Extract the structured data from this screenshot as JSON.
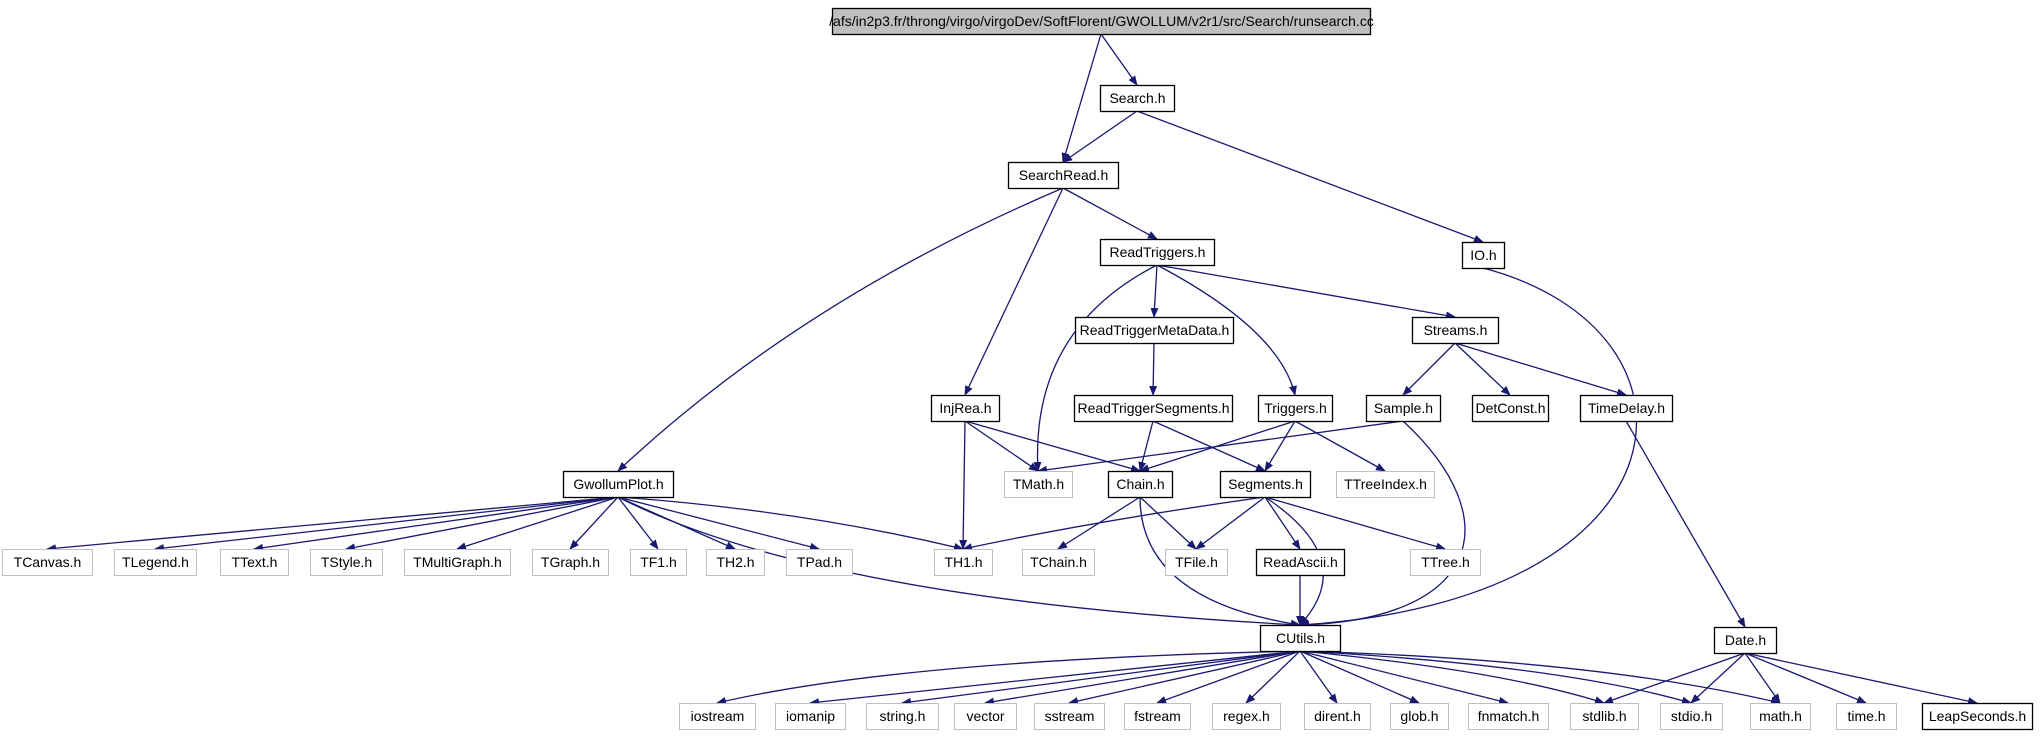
{
  "diagram": {
    "colors": {
      "edge": "#191970",
      "node_border_local": "#000000",
      "node_border_external": "#bfbfbf",
      "node_fill_root": "#bfbfbf",
      "node_fill": "#ffffff",
      "text_local": "#000000",
      "text_external": "#000000"
    },
    "nodes": [
      {
        "id": "runsearch",
        "label": "/afs/in2p3.fr/throng/virgo/virgoDev/SoftFlorent/GWOLLUM/v2r1/src/Search/runsearch.cc",
        "kind": "root"
      },
      {
        "id": "search_h",
        "label": "Search.h",
        "kind": "local"
      },
      {
        "id": "searchread_h",
        "label": "SearchRead.h",
        "kind": "local"
      },
      {
        "id": "io_h",
        "label": "IO.h",
        "kind": "local"
      },
      {
        "id": "readtriggers_h",
        "label": "ReadTriggers.h",
        "kind": "local"
      },
      {
        "id": "readtriggermetadata_h",
        "label": "ReadTriggerMetaData.h",
        "kind": "local"
      },
      {
        "id": "streams_h",
        "label": "Streams.h",
        "kind": "local"
      },
      {
        "id": "injrea_h",
        "label": "InjRea.h",
        "kind": "local"
      },
      {
        "id": "readtriggersegments_h",
        "label": "ReadTriggerSegments.h",
        "kind": "local"
      },
      {
        "id": "triggers_h",
        "label": "Triggers.h",
        "kind": "local"
      },
      {
        "id": "sample_h",
        "label": "Sample.h",
        "kind": "local"
      },
      {
        "id": "detconst_h",
        "label": "DetConst.h",
        "kind": "local"
      },
      {
        "id": "timedelay_h",
        "label": "TimeDelay.h",
        "kind": "local"
      },
      {
        "id": "gwollumplot_h",
        "label": "GwollumPlot.h",
        "kind": "local"
      },
      {
        "id": "tmath_h",
        "label": "TMath.h",
        "kind": "external"
      },
      {
        "id": "chain_h",
        "label": "Chain.h",
        "kind": "local"
      },
      {
        "id": "segments_h",
        "label": "Segments.h",
        "kind": "local"
      },
      {
        "id": "ttreeindex_h",
        "label": "TTreeIndex.h",
        "kind": "external"
      },
      {
        "id": "tcanvas_h",
        "label": "TCanvas.h",
        "kind": "external"
      },
      {
        "id": "tlegend_h",
        "label": "TLegend.h",
        "kind": "external"
      },
      {
        "id": "ttext_h",
        "label": "TText.h",
        "kind": "external"
      },
      {
        "id": "tstyle_h",
        "label": "TStyle.h",
        "kind": "external"
      },
      {
        "id": "tmultigraph_h",
        "label": "TMultiGraph.h",
        "kind": "external"
      },
      {
        "id": "tgraph_h",
        "label": "TGraph.h",
        "kind": "external"
      },
      {
        "id": "tf1_h",
        "label": "TF1.h",
        "kind": "external"
      },
      {
        "id": "th2_h",
        "label": "TH2.h",
        "kind": "external"
      },
      {
        "id": "tpad_h",
        "label": "TPad.h",
        "kind": "external"
      },
      {
        "id": "th1_h",
        "label": "TH1.h",
        "kind": "external"
      },
      {
        "id": "tchain_h",
        "label": "TChain.h",
        "kind": "external"
      },
      {
        "id": "tfile_h",
        "label": "TFile.h",
        "kind": "external"
      },
      {
        "id": "readascii_h",
        "label": "ReadAscii.h",
        "kind": "local"
      },
      {
        "id": "ttree_h",
        "label": "TTree.h",
        "kind": "external"
      },
      {
        "id": "date_h",
        "label": "Date.h",
        "kind": "local"
      },
      {
        "id": "cutils_h",
        "label": "CUtils.h",
        "kind": "local"
      },
      {
        "id": "iostream",
        "label": "iostream",
        "kind": "external"
      },
      {
        "id": "iomanip",
        "label": "iomanip",
        "kind": "external"
      },
      {
        "id": "string_h",
        "label": "string.h",
        "kind": "external"
      },
      {
        "id": "vector",
        "label": "vector",
        "kind": "external"
      },
      {
        "id": "sstream",
        "label": "sstream",
        "kind": "external"
      },
      {
        "id": "fstream",
        "label": "fstream",
        "kind": "external"
      },
      {
        "id": "regex_h",
        "label": "regex.h",
        "kind": "external"
      },
      {
        "id": "dirent_h",
        "label": "dirent.h",
        "kind": "external"
      },
      {
        "id": "glob_h",
        "label": "glob.h",
        "kind": "external"
      },
      {
        "id": "fnmatch_h",
        "label": "fnmatch.h",
        "kind": "external"
      },
      {
        "id": "stdlib_h",
        "label": "stdlib.h",
        "kind": "external"
      },
      {
        "id": "stdio_h",
        "label": "stdio.h",
        "kind": "external"
      },
      {
        "id": "math_h",
        "label": "math.h",
        "kind": "external"
      },
      {
        "id": "time_h",
        "label": "time.h",
        "kind": "external"
      },
      {
        "id": "leapseconds_h",
        "label": "LeapSeconds.h",
        "kind": "local"
      }
    ],
    "edges": [
      [
        "runsearch",
        "search_h"
      ],
      [
        "runsearch",
        "searchread_h"
      ],
      [
        "search_h",
        "searchread_h"
      ],
      [
        "search_h",
        "io_h"
      ],
      [
        "searchread_h",
        "readtriggers_h"
      ],
      [
        "searchread_h",
        "injrea_h"
      ],
      [
        "searchread_h",
        "gwollumplot_h"
      ],
      [
        "io_h",
        "cutils_h"
      ],
      [
        "readtriggers_h",
        "readtriggermetadata_h"
      ],
      [
        "readtriggers_h",
        "streams_h"
      ],
      [
        "readtriggers_h",
        "triggers_h"
      ],
      [
        "readtriggers_h",
        "tmath_h"
      ],
      [
        "readtriggermetadata_h",
        "readtriggersegments_h"
      ],
      [
        "readtriggersegments_h",
        "chain_h"
      ],
      [
        "readtriggersegments_h",
        "segments_h"
      ],
      [
        "streams_h",
        "sample_h"
      ],
      [
        "streams_h",
        "detconst_h"
      ],
      [
        "streams_h",
        "timedelay_h"
      ],
      [
        "injrea_h",
        "tmath_h"
      ],
      [
        "injrea_h",
        "chain_h"
      ],
      [
        "injrea_h",
        "th1_h"
      ],
      [
        "triggers_h",
        "chain_h"
      ],
      [
        "triggers_h",
        "segments_h"
      ],
      [
        "triggers_h",
        "ttreeindex_h"
      ],
      [
        "sample_h",
        "tmath_h"
      ],
      [
        "sample_h",
        "cutils_h"
      ],
      [
        "timedelay_h",
        "date_h"
      ],
      [
        "gwollumplot_h",
        "tcanvas_h"
      ],
      [
        "gwollumplot_h",
        "tlegend_h"
      ],
      [
        "gwollumplot_h",
        "ttext_h"
      ],
      [
        "gwollumplot_h",
        "tstyle_h"
      ],
      [
        "gwollumplot_h",
        "tmultigraph_h"
      ],
      [
        "gwollumplot_h",
        "tgraph_h"
      ],
      [
        "gwollumplot_h",
        "tf1_h"
      ],
      [
        "gwollumplot_h",
        "th2_h"
      ],
      [
        "gwollumplot_h",
        "tpad_h"
      ],
      [
        "gwollumplot_h",
        "th1_h"
      ],
      [
        "gwollumplot_h",
        "cutils_h"
      ],
      [
        "chain_h",
        "tchain_h"
      ],
      [
        "chain_h",
        "tfile_h"
      ],
      [
        "chain_h",
        "cutils_h"
      ],
      [
        "segments_h",
        "th1_h"
      ],
      [
        "segments_h",
        "tfile_h"
      ],
      [
        "segments_h",
        "readascii_h"
      ],
      [
        "segments_h",
        "ttree_h"
      ],
      [
        "segments_h",
        "cutils_h"
      ],
      [
        "readascii_h",
        "cutils_h"
      ],
      [
        "date_h",
        "stdlib_h"
      ],
      [
        "date_h",
        "stdio_h"
      ],
      [
        "date_h",
        "math_h"
      ],
      [
        "date_h",
        "time_h"
      ],
      [
        "date_h",
        "leapseconds_h"
      ],
      [
        "cutils_h",
        "iostream"
      ],
      [
        "cutils_h",
        "iomanip"
      ],
      [
        "cutils_h",
        "string_h"
      ],
      [
        "cutils_h",
        "vector"
      ],
      [
        "cutils_h",
        "sstream"
      ],
      [
        "cutils_h",
        "fstream"
      ],
      [
        "cutils_h",
        "regex_h"
      ],
      [
        "cutils_h",
        "dirent_h"
      ],
      [
        "cutils_h",
        "glob_h"
      ],
      [
        "cutils_h",
        "fnmatch_h"
      ],
      [
        "cutils_h",
        "stdlib_h"
      ],
      [
        "cutils_h",
        "stdio_h"
      ],
      [
        "cutils_h",
        "math_h"
      ]
    ]
  }
}
